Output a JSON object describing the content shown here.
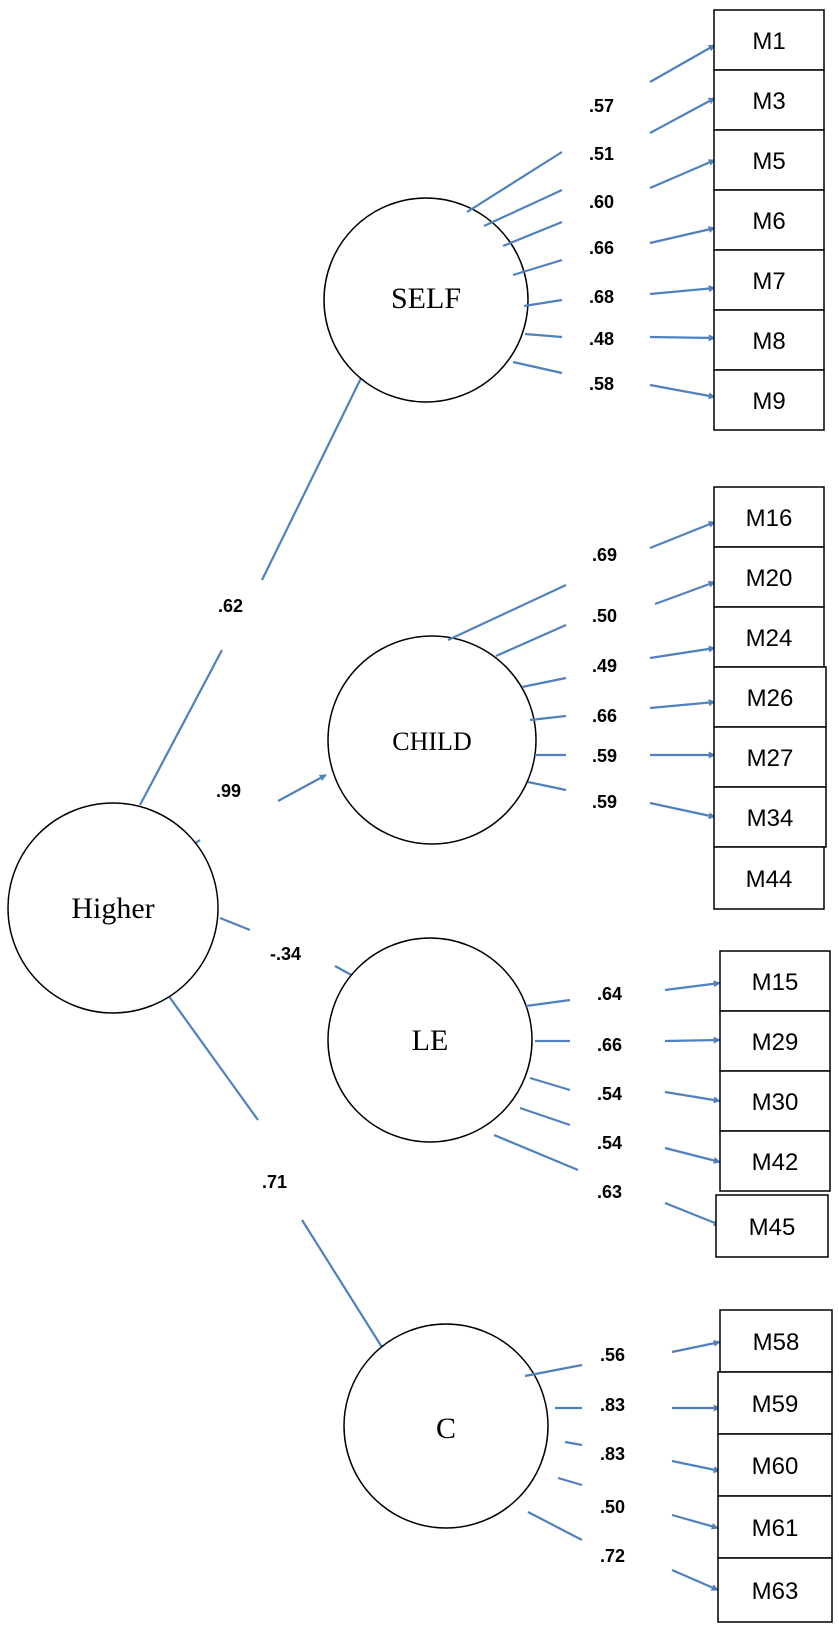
{
  "colors": {
    "arrow": "#4f81bd",
    "outline": "#000000"
  },
  "higher": {
    "label": "Higher"
  },
  "factors": [
    {
      "label": "SELF",
      "coef": ".62"
    },
    {
      "label": "CHILD",
      "coef": ".99"
    },
    {
      "label": "LE",
      "coef": "-.34"
    },
    {
      "label": "C",
      "coef": ".71"
    }
  ],
  "self_items": [
    {
      "label": "M1",
      "coef": ".57"
    },
    {
      "label": "M3",
      "coef": ".51"
    },
    {
      "label": "M5",
      "coef": ".60"
    },
    {
      "label": "M6",
      "coef": ".66"
    },
    {
      "label": "M7",
      "coef": ".68"
    },
    {
      "label": "M8",
      "coef": ".48"
    },
    {
      "label": "M9",
      "coef": ".58"
    }
  ],
  "child_items": [
    {
      "label": "M16",
      "coef": ".69"
    },
    {
      "label": "M20",
      "coef": ".50"
    },
    {
      "label": "M24",
      "coef": ".49"
    },
    {
      "label": "M26",
      "coef": ".66"
    },
    {
      "label": "M27",
      "coef": ".59"
    },
    {
      "label": "M34",
      "coef": ".59"
    },
    {
      "label": "M44"
    }
  ],
  "le_items": [
    {
      "label": "M15",
      "coef": ".64"
    },
    {
      "label": "M29",
      "coef": ".66"
    },
    {
      "label": "M30",
      "coef": ".54"
    },
    {
      "label": "M42",
      "coef": ".54"
    },
    {
      "label": "M45",
      "coef": ".63"
    }
  ],
  "c_items": [
    {
      "label": "M58",
      "coef": ".56"
    },
    {
      "label": "M59",
      "coef": ".83"
    },
    {
      "label": "M60",
      "coef": ".83"
    },
    {
      "label": "M61",
      "coef": ".50"
    },
    {
      "label": "M63",
      "coef": ".72"
    }
  ]
}
